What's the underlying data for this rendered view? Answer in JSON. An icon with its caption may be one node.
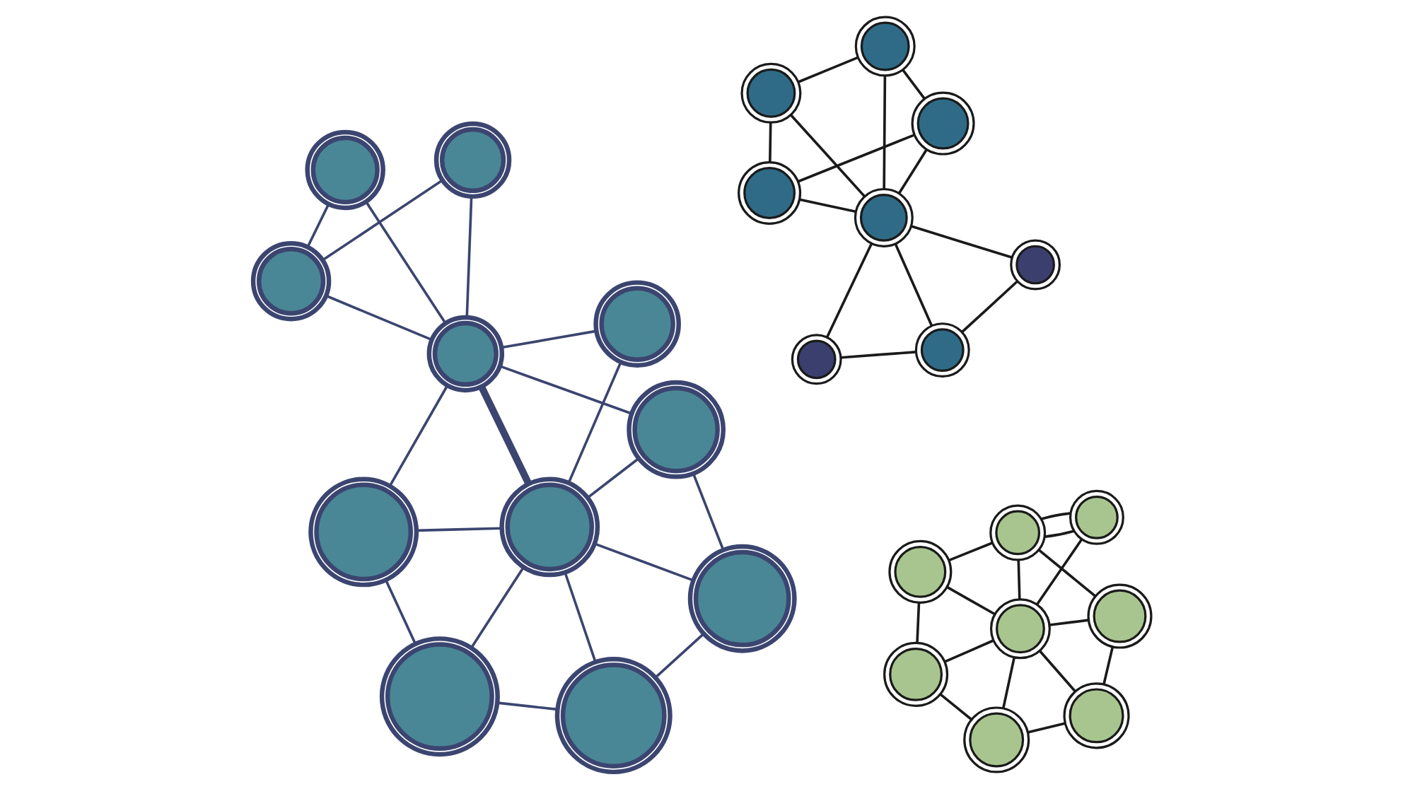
{
  "diagram": {
    "nodes": [
      {
        "text": [],
        "shape": "circle"
      },
      {
        "text": [],
        "shape": "circle"
      },
      {
        "text": [],
        "shape": "circle"
      },
      {
        "text": [],
        "shape": "circle"
      },
      {
        "text": [],
        "shape": "circle"
      },
      {
        "text": [],
        "shape": "circle"
      },
      {
        "text": [],
        "shape": "circle"
      },
      {
        "text": [],
        "shape": "circle"
      },
      {
        "text": [],
        "shape": "circle"
      },
      {
        "text": [],
        "shape": "circle"
      },
      {
        "text": [],
        "shape": "circle"
      },
      {
        "text": [],
        "shape": "circle"
      },
      {
        "text": [],
        "shape": "circle"
      },
      {
        "text": [],
        "shape": "circle"
      },
      {
        "text": [],
        "shape": "circle"
      },
      {
        "text": [],
        "shape": "circle"
      },
      {
        "text": [],
        "shape": "circle"
      },
      {
        "text": [],
        "shape": "circle"
      },
      {
        "text": [],
        "shape": "circle"
      },
      {
        "text": [],
        "shape": "circle"
      },
      {
        "text": [],
        "shape": "circle"
      },
      {
        "text": [],
        "shape": "circle"
      },
      {
        "text": [],
        "shape": "circle"
      },
      {
        "text": [],
        "shape": "circle"
      },
      {
        "text": [],
        "shape": "circle"
      },
      {
        "text": [],
        "shape": "circle"
      },
      {
        "text": [],
        "shape": "circle"
      }
    ],
    "edges": [
      {
        "from": 1,
        "to": 0,
        "arrow": "none",
        "color": "#3b4570"
      },
      {
        "from": 0,
        "to": 2,
        "arrow": "none",
        "color": "#3b4570"
      },
      {
        "from": 0,
        "to": 3,
        "arrow": "none",
        "color": "#3b4570"
      },
      {
        "from": 1,
        "to": 2,
        "arrow": "none",
        "color": "#3b4570"
      },
      {
        "from": 2,
        "to": 3,
        "arrow": "none",
        "color": "#3b4570"
      },
      {
        "from": 2,
        "to": 4,
        "arrow": "none",
        "color": "#3b4570"
      },
      {
        "from": 2,
        "to": 7,
        "arrow": "none",
        "style": "thick",
        "color": "#3b4570"
      },
      {
        "from": 2,
        "to": 5,
        "arrow": "none",
        "color": "#3b4570"
      },
      {
        "from": 2,
        "to": 8,
        "arrow": "none",
        "color": "#3b4570"
      },
      {
        "from": 7,
        "to": 5,
        "arrow": "none",
        "color": "#3b4570"
      },
      {
        "from": 4,
        "to": 6,
        "arrow": "none",
        "color": "#3b4570"
      },
      {
        "from": 4,
        "to": 7,
        "arrow": "none",
        "color": "#3b4570"
      },
      {
        "from": 6,
        "to": 7,
        "arrow": "none",
        "color": "#3b4570"
      },
      {
        "from": 6,
        "to": 9,
        "arrow": "none",
        "color": "#3b4570"
      },
      {
        "from": 7,
        "to": 9,
        "arrow": "none",
        "color": "#3b4570"
      },
      {
        "from": 7,
        "to": 10,
        "arrow": "none",
        "color": "#3b4570"
      },
      {
        "from": 7,
        "to": 8,
        "arrow": "none",
        "color": "#3b4570"
      },
      {
        "from": 8,
        "to": 10,
        "arrow": "none",
        "color": "#3b4570"
      },
      {
        "from": 9,
        "to": 10,
        "arrow": "none",
        "color": "#3b4570"
      },
      {
        "from": 12,
        "to": 11,
        "arrow": "none"
      },
      {
        "from": 11,
        "to": 13,
        "arrow": "none"
      },
      {
        "from": 11,
        "to": 15,
        "arrow": "none"
      },
      {
        "from": 14,
        "to": 16,
        "arrow": "none"
      },
      {
        "from": 12,
        "to": 15,
        "arrow": "none"
      },
      {
        "from": 13,
        "to": 15,
        "arrow": "none"
      },
      {
        "from": 14,
        "to": 15,
        "arrow": "none"
      },
      {
        "from": 14,
        "to": 17,
        "arrow": "none"
      },
      {
        "from": 15,
        "to": 17,
        "arrow": "none"
      },
      {
        "from": 15,
        "to": 18,
        "arrow": "none"
      },
      {
        "from": 15,
        "to": 16,
        "arrow": "none"
      },
      {
        "from": 16,
        "to": 18,
        "arrow": "none"
      },
      {
        "from": 17,
        "to": 18,
        "arrow": "none"
      },
      {
        "from": 19,
        "to": 20,
        "arrow": "none"
      },
      {
        "from": 19,
        "to": 20,
        "arrow": "none"
      },
      {
        "from": 19,
        "to": 21,
        "arrow": "none"
      },
      {
        "from": 19,
        "to": 23,
        "arrow": "none"
      },
      {
        "from": 19,
        "to": 24,
        "arrow": "none"
      },
      {
        "from": 20,
        "to": 23,
        "arrow": "none"
      },
      {
        "from": 21,
        "to": 22,
        "arrow": "none"
      },
      {
        "from": 21,
        "to": 23,
        "arrow": "none"
      },
      {
        "from": 22,
        "to": 23,
        "arrow": "none"
      },
      {
        "from": 22,
        "to": 25,
        "arrow": "none"
      },
      {
        "from": 23,
        "to": 25,
        "arrow": "none"
      },
      {
        "from": 23,
        "to": 26,
        "arrow": "none"
      },
      {
        "from": 23,
        "to": 24,
        "arrow": "none"
      },
      {
        "from": 24,
        "to": 26,
        "arrow": "none"
      },
      {
        "from": 25,
        "to": 26,
        "arrow": "none"
      }
    ]
  }
}
